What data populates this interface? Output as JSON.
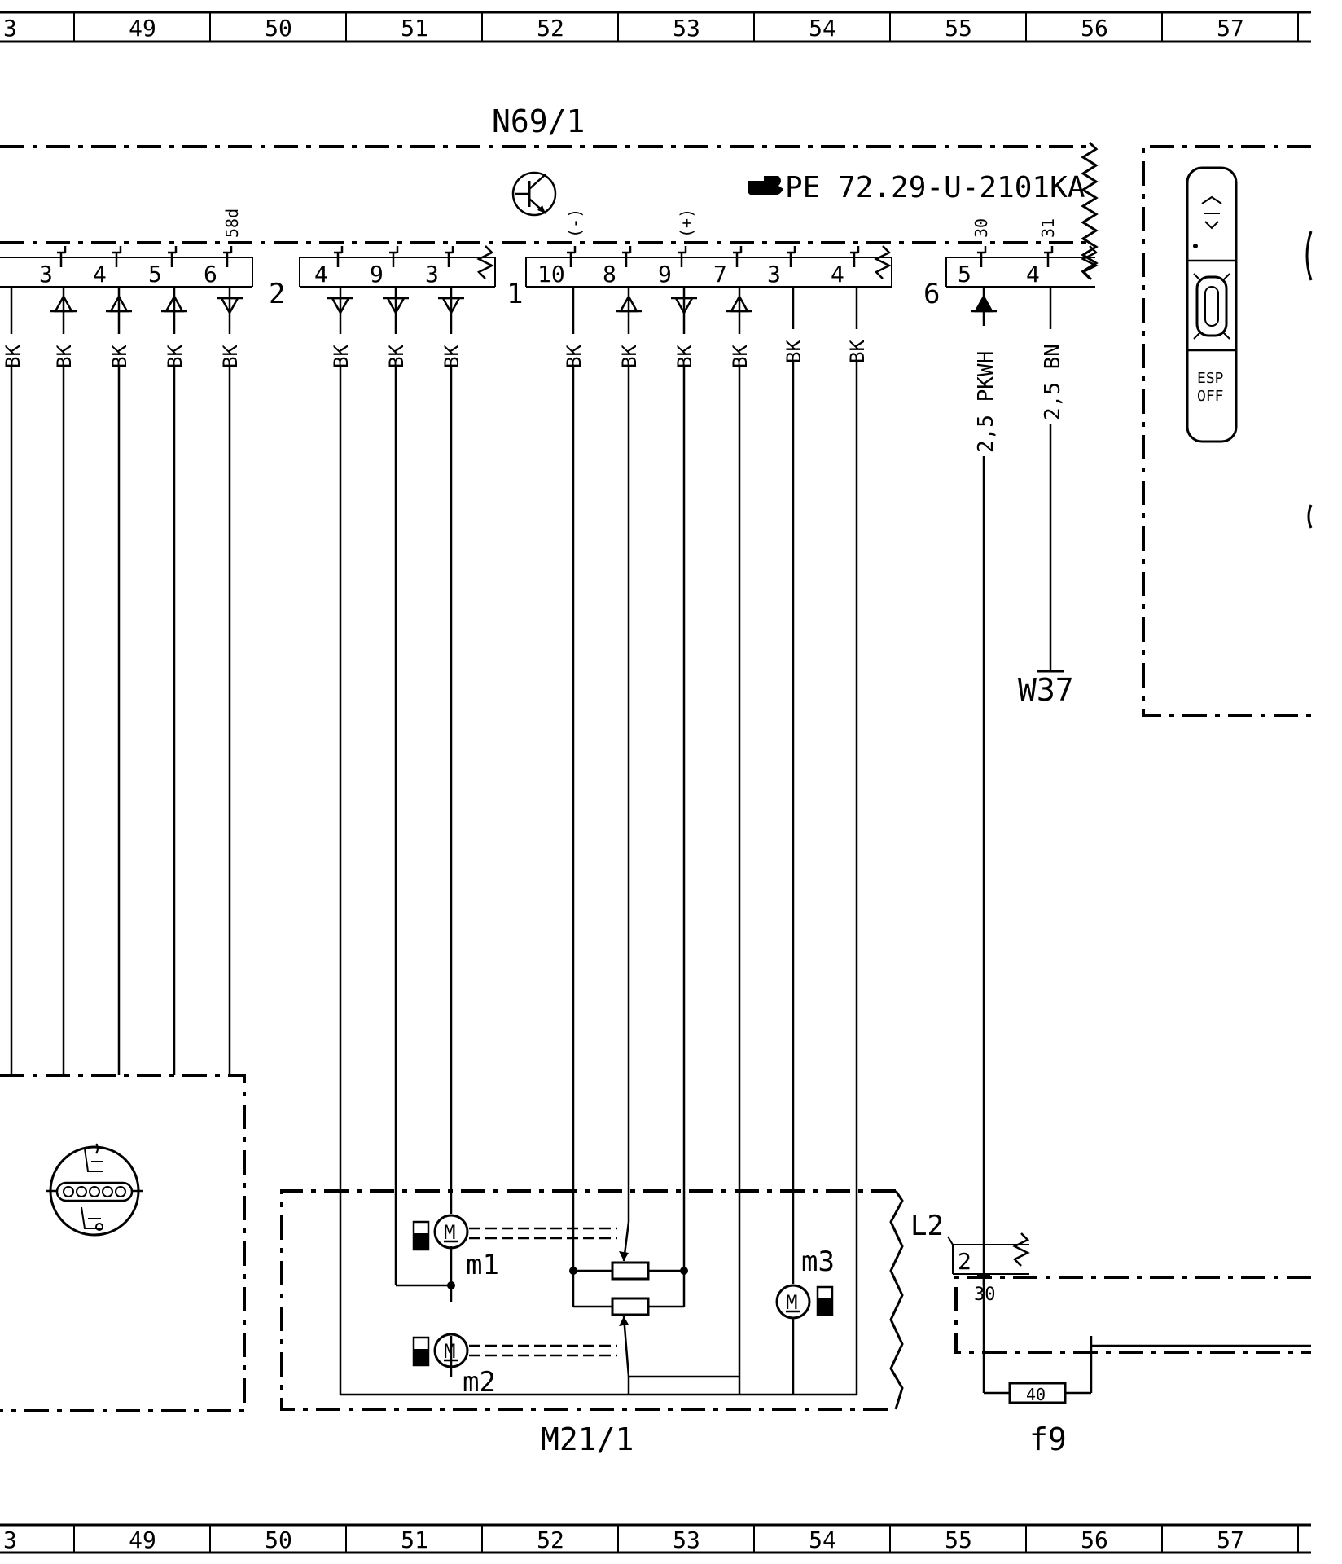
{
  "grid": {
    "top": [
      "3",
      "49",
      "50",
      "51",
      "52",
      "53",
      "54",
      "55",
      "56",
      "57"
    ],
    "bottom": [
      "3",
      "49",
      "50",
      "51",
      "52",
      "53",
      "54",
      "55",
      "56",
      "57"
    ]
  },
  "components": {
    "n69": "N69/1",
    "pe_ref": "PE 72.29-U-2101KA",
    "m21": "M21/1",
    "w37": "W37",
    "l2": "L2",
    "f9": "f9",
    "fuse_value": "40",
    "m1": "m1",
    "m2": "m2",
    "m3": "m3",
    "motor_symbol": "M",
    "esp_line1": "ESP",
    "esp_line2": "OFF"
  },
  "connectors": {
    "c2": "2",
    "c1": "1",
    "c6": "6",
    "l2_pin": "2",
    "l2_term": "30",
    "term_58d": "58d",
    "term_minus": "(-)",
    "term_plus": "(+)",
    "term_30": "30",
    "term_31": "31"
  },
  "pins": {
    "p_3a": "3",
    "p_4a": "4",
    "p_5a": "5",
    "p_6a": "6",
    "p_4b": "4",
    "p_9b": "9",
    "p_3b": "3",
    "p_10": "10",
    "p_8": "8",
    "p_9c": "9",
    "p_7": "7",
    "p_3c": "3",
    "p_4c": "4",
    "p_5d": "5",
    "p_4d": "4"
  },
  "wires": {
    "w0": "BK",
    "w1": "BK",
    "w2": "BK",
    "w3": "BK",
    "w4": "BK",
    "w5": "BK",
    "w6": "BK",
    "w7": "BK",
    "w8": "BK",
    "w9": "BK",
    "w10": "BK",
    "w11": "BK",
    "w12": "BK",
    "w13": "BK",
    "w14": "2,5 PKWH",
    "w15": "2,5 BN"
  }
}
